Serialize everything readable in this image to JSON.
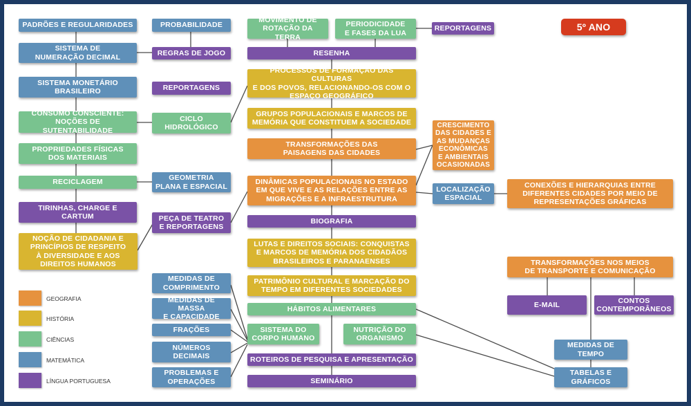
{
  "colors": {
    "geografia": "#e6923e",
    "historia": "#d9b530",
    "ciencias": "#79c38f",
    "matematica": "#5f90b9",
    "lingua_portuguesa": "#7a52a6",
    "badge": "#d63b1e"
  },
  "title": "5º ANO",
  "legend": {
    "geografia": "GEOGRAFIA",
    "historia": "HISTÓRIA",
    "ciencias": "CIÊNCIAS",
    "matematica": "MATEMÁTICA",
    "lingua_portuguesa": "LÍNGUA PORTUGUESA"
  },
  "col1": {
    "padroes": "PADRÕES E REGULARIDADES",
    "numeracao": "SISTEMA DE\nNUMERAÇÃO DECIMAL",
    "monetario": "SISTEMA MONETÁRIO\nBRASILEIRO",
    "consumo": "CONSUMO CONSCIENTE:\nNOÇÕES DE SUTENTABILIDADE",
    "propriedades": "PROPRIEDADES FÍSICAS\nDOS MATERIAIS",
    "reciclagem": "RECICLAGEM",
    "tirinhas": "TIRINHAS, CHARGE E\nCARTUM",
    "cidadania": "NOÇÃO DE CIDADANIA E\nPRINCÍPIOS DE RESPEITO\nÀ DIVERSIDADE E AOS\nDIREITOS HUMANOS"
  },
  "col2": {
    "probabilidade": "PROBABILIDADE",
    "regras": "REGRAS DE JOGO",
    "reportagens": "REPORTAGENS",
    "ciclo": "CICLO\nHIDROLÓGICO",
    "geometria": "GEOMETRIA\nPLANA E ESPACIAL",
    "peca": "PEÇA DE TEATRO\nE REPORTAGENS",
    "comprimento": "MEDIDAS DE\nCOMPRIMENTO",
    "massa": "MEDIDAS DE MASSA\nE CAPACIDADE",
    "fracoes": "FRAÇÕES",
    "decimais": "NÚMEROS\nDECIMAIS",
    "problemas": "PROBLEMAS E\nOPERAÇÕES"
  },
  "col3": {
    "rotacao": "MOVIMENTO DE\nROTAÇÃO DA TERRA",
    "lua": "PERIODICIDADE\nE FASES DA LUA",
    "resenha": "RESENHA",
    "processos": "PROCESSOS DE FORMAÇÃO DAS CULTURAS\nE DOS POVOS, RELACIONANDO-OS COM O\nESPAÇO GEOGRÁFICO",
    "grupos": "GRUPOS POPULACIONAIS E MARCOS DE\nMEMÓRIA QUE CONSTITUEM A SOCIEDADE",
    "paisagens": "TRANSFORMAÇÕES DAS\nPAISAGENS DAS CIDADES",
    "dinamicas": "DINÂMICAS POPULACIONAIS NO ESTADO\nEM QUE VIVE E AS RELAÇÕES ENTRE AS\nMIGRAÇÕES E A INFRAESTRUTURA",
    "biografia": "BIOGRAFIA",
    "lutas": "LUTAS E DIREITOS SOCIAIS: CONQUISTAS\nE MARCOS DE MEMÓRIA DOS CIDADÃOS\nBRASILEIROS E PARANAENSES",
    "patrimonio": "PATRIMÔNIO CULTURAL E MARCAÇÃO DO\nTEMPO EM DIFERENTES SOCIEDADES",
    "habitos": "HÁBITOS ALIMENTARES",
    "corpo": "SISTEMA DO\nCORPO HUMANO",
    "nutricao": "NUTRIÇÃO DO\nORGANISMO",
    "roteiros": "ROTEIROS DE PESQUISA E APRESENTAÇÃO",
    "seminario": "SEMINÁRIO"
  },
  "col4": {
    "reportagens": "REPORTAGENS",
    "crescimento": "CRESCIMENTO\nDAS CIDADES E\nAS MUDANÇAS\nECONÔMICAS\nE AMBIENTAIS\nOCASIONADAS",
    "localizacao": "LOCALIZAÇÃO\nESPACIAL",
    "conexoes": "CONEXÕES E HIERARQUIAS ENTRE\nDIFERENTES CIDADES POR MEIO DE\nREPRESENTAÇÕES GRÁFICAS",
    "transporte": "TRANSFORMAÇÕES NOS MEIOS\nDE TRANSPORTE E COMUNICAÇÃO",
    "email": "E-MAIL",
    "contos": "CONTOS\nCONTEMPORÂNEOS",
    "tempo": "MEDIDAS DE\nTEMPO",
    "tabelas": "TABELAS E\nGRÁFICOS"
  }
}
